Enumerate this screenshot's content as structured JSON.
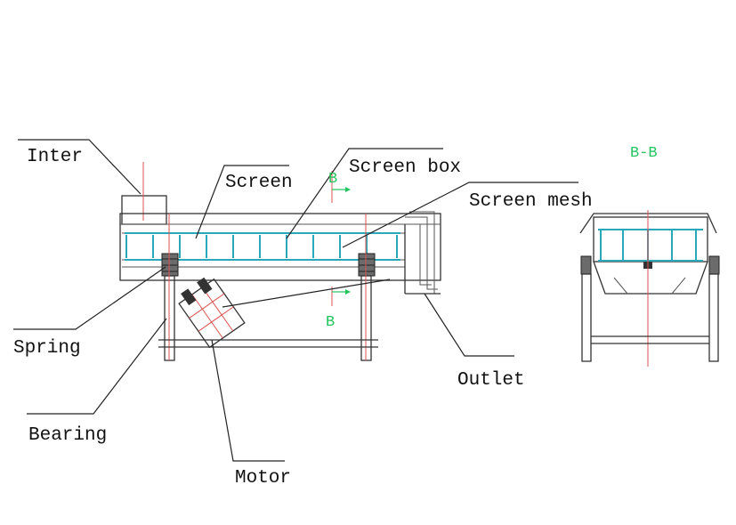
{
  "labels": {
    "inter": "Inter",
    "screen": "Screen",
    "screen_box": "Screen box",
    "screen_mesh": "Screen mesh",
    "spring": "Spring",
    "bearing": "Bearing",
    "motor": "Motor",
    "outlet": "Outlet"
  },
  "section": {
    "title": "B-B",
    "marker_top": "B",
    "marker_bottom": "B"
  },
  "colors": {
    "section_text": "#22c55e",
    "mesh": "#2aa7b8",
    "centerline": "#d9534f",
    "line": "#333333"
  }
}
